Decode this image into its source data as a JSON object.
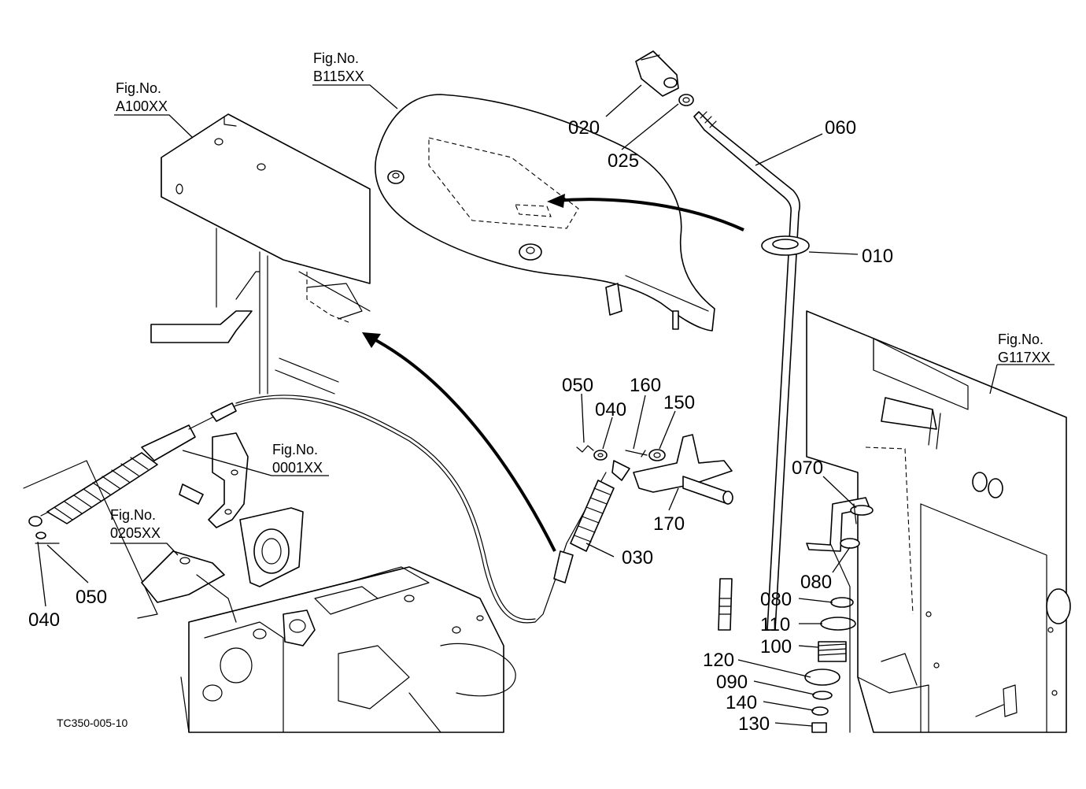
{
  "drawing_id": "TC350-005-10",
  "figure_refs": [
    {
      "id": "a100",
      "line1": "Fig.No.",
      "line2": "A100XX"
    },
    {
      "id": "b115",
      "line1": "Fig.No.",
      "line2": "B115XX"
    },
    {
      "id": "g117",
      "line1": "Fig.No.",
      "line2": "G117XX"
    },
    {
      "id": "0001",
      "line1": "Fig.No.",
      "line2": "0001XX"
    },
    {
      "id": "0205",
      "line1": "Fig.No.",
      "line2": "0205XX"
    }
  ],
  "callouts": [
    {
      "id": "c020",
      "label": "020"
    },
    {
      "id": "c025",
      "label": "025"
    },
    {
      "id": "c060",
      "label": "060"
    },
    {
      "id": "c010",
      "label": "010"
    },
    {
      "id": "c050a",
      "label": "050"
    },
    {
      "id": "c040a",
      "label": "040"
    },
    {
      "id": "c160",
      "label": "160"
    },
    {
      "id": "c150",
      "label": "150"
    },
    {
      "id": "c170",
      "label": "170"
    },
    {
      "id": "c030",
      "label": "030"
    },
    {
      "id": "c070",
      "label": "070"
    },
    {
      "id": "c080a",
      "label": "080"
    },
    {
      "id": "c080b",
      "label": "080"
    },
    {
      "id": "c110",
      "label": "110"
    },
    {
      "id": "c100",
      "label": "100"
    },
    {
      "id": "c120",
      "label": "120"
    },
    {
      "id": "c090",
      "label": "090"
    },
    {
      "id": "c140",
      "label": "140"
    },
    {
      "id": "c130",
      "label": "130"
    },
    {
      "id": "c050b",
      "label": "050"
    },
    {
      "id": "c040b",
      "label": "040"
    }
  ]
}
